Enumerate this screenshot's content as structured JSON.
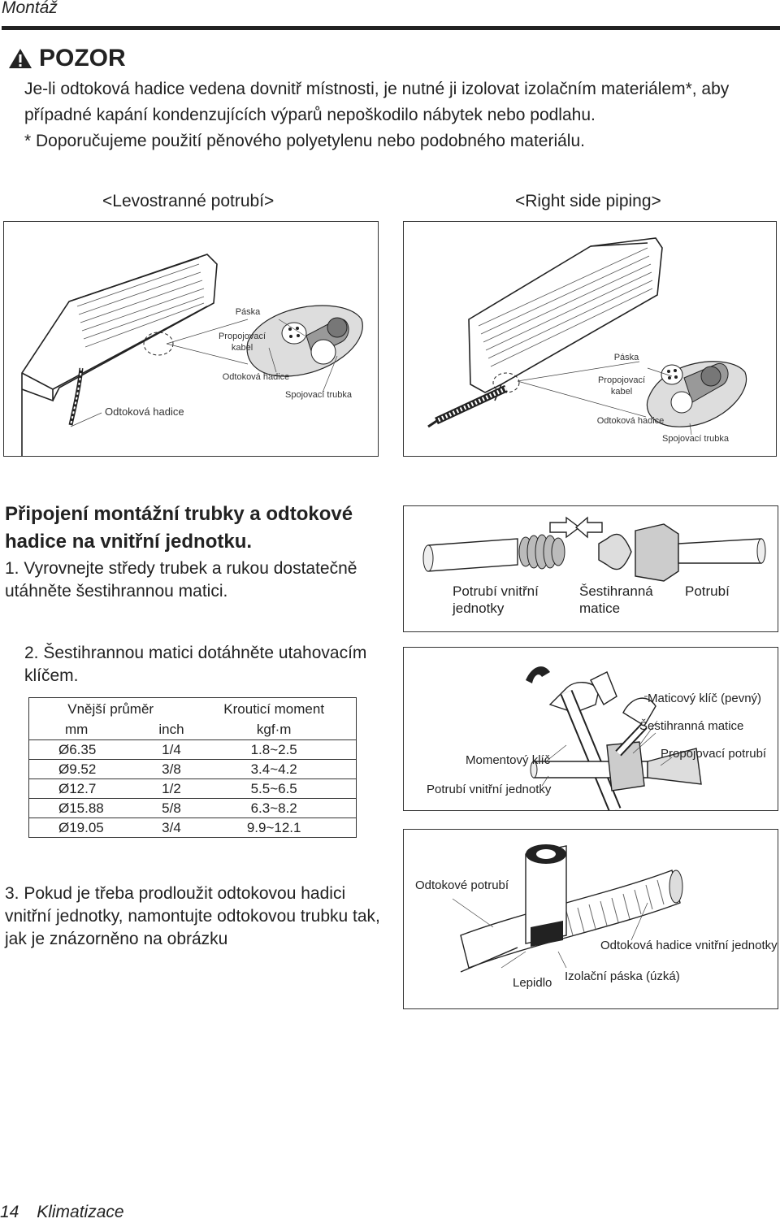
{
  "header": {
    "title": "Montáž"
  },
  "warning": {
    "title": "POZOR",
    "lines": [
      "Je-li odtoková hadice vedena dovnitř místnosti, je nutné ji izolovat izolačním materiálem*, aby",
      "případné kapání kondenzujících výparů nepoškodilo nábytek nebo podlahu.",
      "* Doporučujeme použití pěnového polyetylenu nebo podobného materiálu."
    ]
  },
  "piping": {
    "left_caption": "<Levostranné potrubí>",
    "right_caption": "<Right side piping>",
    "left_labels": {
      "tape": "Páska",
      "cable": "Propojovací kabel",
      "drain_small": "Odtoková hadice",
      "pipe": "Spojovací trubka",
      "drain_main": "Odtoková hadice"
    },
    "right_labels": {
      "tape": "Páska",
      "cable": "Propojovací kabel",
      "drain": "Odtoková hadice",
      "pipe": "Spojovací trubka"
    }
  },
  "section": {
    "heading": "Připojení montážní trubky a odtokové hadice na vnitřní jednotku.",
    "step1": "1. Vyrovnejte středy trubek a rukou dostatečně utáhněte šestihrannou matici.",
    "step2": "2. Šestihrannou matici dotáhněte utahovacím klíčem.",
    "step3": "3. Pokud je třeba prodloužit odtokovou hadici vnitřní jednotky, namontujte odtokovou trubku tak, jak je znázorněno na obrázku"
  },
  "fig1_labels": {
    "indoor_pipe": "Potrubí vnitřní jednotky",
    "flare_nut": "Šestihranná matice",
    "pipe": "Potrubí"
  },
  "torque_table": {
    "header_diameter": "Vnější průměr",
    "header_torque": "Krouticí moment",
    "unit_mm": "mm",
    "unit_inch": "inch",
    "unit_kgfm": "kgf·m",
    "rows": [
      {
        "mm": "Ø6.35",
        "inch": "1/4",
        "torque": "1.8~2.5"
      },
      {
        "mm": "Ø9.52",
        "inch": "3/8",
        "torque": "3.4~4.2"
      },
      {
        "mm": "Ø12.7",
        "inch": "1/2",
        "torque": "5.5~6.5"
      },
      {
        "mm": "Ø15.88",
        "inch": "5/8",
        "torque": "6.3~8.2"
      },
      {
        "mm": "Ø19.05",
        "inch": "3/4",
        "torque": "9.9~12.1"
      }
    ]
  },
  "fig2_labels": {
    "open_end_wrench": "Maticový klíč (pevný)",
    "flare_nut": "Šestihranná matice",
    "connecting_pipe": "Propojovací potrubí",
    "torque_wrench": "Momentový klíč",
    "indoor_pipe": "Potrubí vnitřní jednotky"
  },
  "fig3_labels": {
    "drain_pipe": "Odtokové potrubí",
    "indoor_drain_hose": "Odtoková hadice vnitřní jednotky",
    "adhesive": "Lepidlo",
    "insulation_tape": "Izolační páska (úzká)"
  },
  "footer": {
    "page": "14",
    "title": "Klimatizace"
  }
}
